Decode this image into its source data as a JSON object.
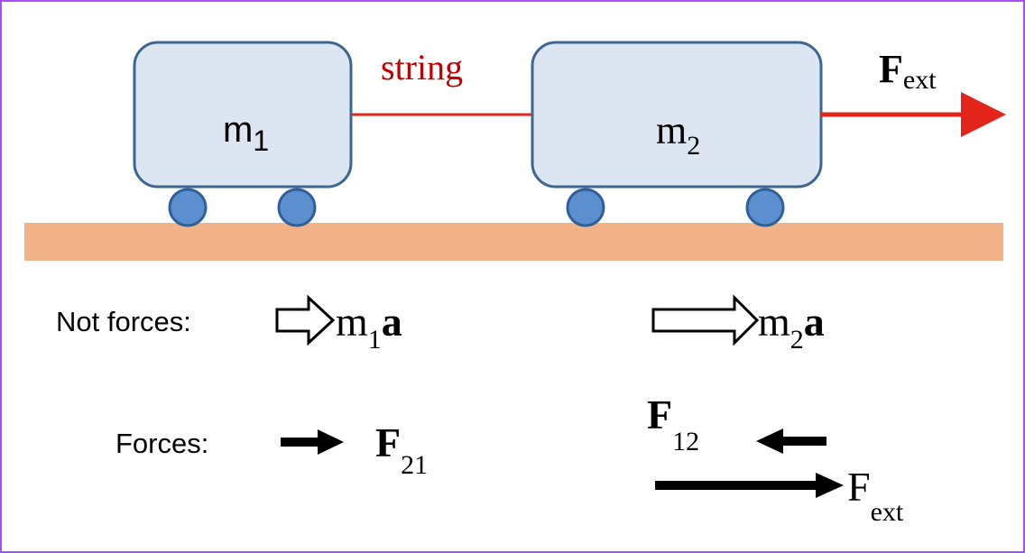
{
  "labels": {
    "string": "string",
    "fext_top_main": "F",
    "fext_top_sub": "ext",
    "m1_main": "m",
    "m1_sub": "1",
    "m2_main": "m",
    "m2_sub": "2",
    "not_forces": "Not forces:",
    "m1a_main": "m",
    "m1a_sub": "1",
    "m1a_a": "a",
    "m2a_main": "m",
    "m2a_sub": "2",
    "m2a_a": "a",
    "forces": "Forces:",
    "f21_main": "F",
    "f21_sub": "21",
    "f12_main": "F",
    "f12_sub": "12",
    "fext_bottom_main": "F",
    "fext_bottom_sub": "ext"
  },
  "colors": {
    "frame": "#a64dff",
    "cart_fill": "#dce6f2",
    "cart_stroke": "#3d6691",
    "wheel_fill": "#5b8fd0",
    "wheel_stroke": "#2f5f96",
    "ground": "#f2b287",
    "string_red": "#e3241b",
    "text": "#000000"
  }
}
